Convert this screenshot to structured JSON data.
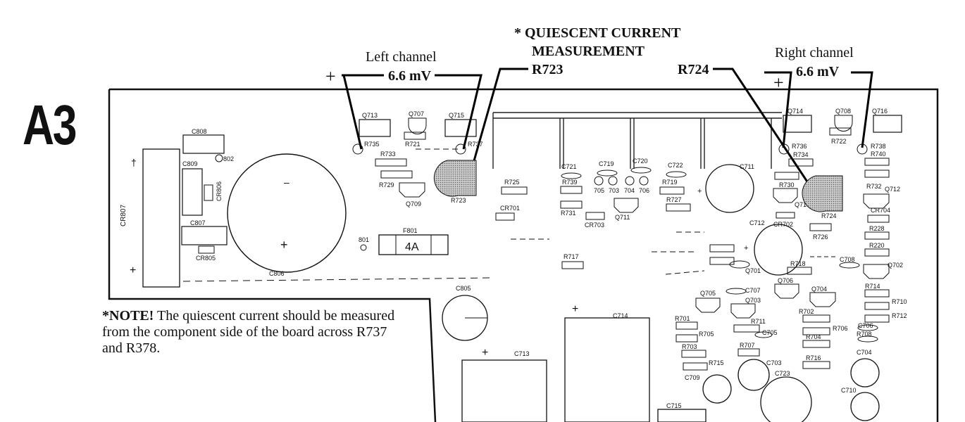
{
  "board_label": "A3",
  "annotations": {
    "left_channel": {
      "title": "Left channel",
      "plus": "+",
      "voltage": "6.6 mV"
    },
    "right_channel": {
      "title": "Right channel",
      "plus": "+",
      "voltage": "6.6 mV"
    },
    "quiescent": {
      "line1": "* QUIESCENT CURRENT",
      "line2": "MEASUREMENT",
      "ref_left": "R723",
      "ref_right": "R724"
    }
  },
  "note": {
    "lead": "*NOTE!",
    "text": " The quiescent current should be measured from the component side of the board across R737 and R378."
  },
  "fuse": {
    "ref": "F801",
    "rating": "4A"
  },
  "components": {
    "transistors": [
      "Q713",
      "Q707",
      "Q715",
      "Q714",
      "Q708",
      "Q716",
      "Q709",
      "Q711",
      "Q710",
      "Q712",
      "Q702",
      "Q701",
      "Q705",
      "Q703",
      "Q706",
      "Q704"
    ],
    "resistors": [
      "R735",
      "R721",
      "R737",
      "R733",
      "R729",
      "R723",
      "R725",
      "R739",
      "R731",
      "R719",
      "R727",
      "R736",
      "R722",
      "R738",
      "R734",
      "R740",
      "R730",
      "R732",
      "R724",
      "R726",
      "R228",
      "R220",
      "R718",
      "R714",
      "R710",
      "R712",
      "R717",
      "R702",
      "R706",
      "R708",
      "R701",
      "R705",
      "R711",
      "R707",
      "R703",
      "R715",
      "R704",
      "R716"
    ],
    "capacitors": [
      "C808",
      "C809",
      "C807",
      "C806",
      "C805",
      "C721",
      "C719",
      "C720",
      "C722",
      "C711",
      "C712",
      "C708",
      "C707",
      "C705",
      "C706",
      "C704",
      "C714",
      "C713",
      "C703",
      "C709",
      "C723",
      "C710",
      "C715"
    ],
    "diodes": [
      "CR806",
      "CR805",
      "CR701",
      "CR703",
      "CR702",
      "CR704"
    ],
    "test_points": [
      "802",
      "801",
      "705",
      "703",
      "704",
      "706"
    ],
    "misc": [
      "CR807"
    ],
    "polarity_plus": "+"
  }
}
